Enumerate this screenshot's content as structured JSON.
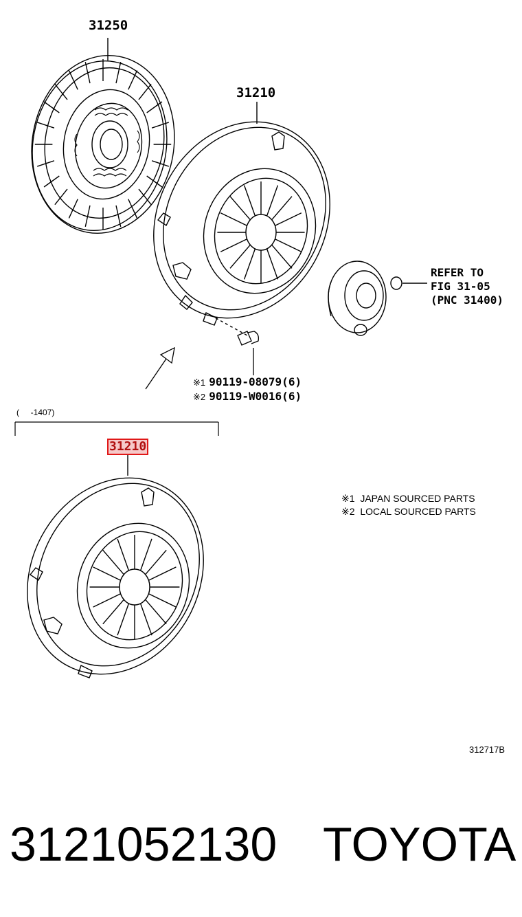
{
  "callouts": {
    "disc": "31250",
    "cover_top": "31210",
    "cover_bottom": "31210"
  },
  "refer": {
    "line1": "REFER TO",
    "line2": "FIG 31-05",
    "line3": "(PNC 31400)"
  },
  "bolts": {
    "line1_mark": "※1",
    "line1_part": "90119-08079(6)",
    "line2_mark": "※2",
    "line2_part": "90119-W0016(6)"
  },
  "range_label": "(     -1407)",
  "legend": {
    "item1_mark": "※1",
    "item1_text": "JAPAN SOURCED PARTS",
    "item2_mark": "※2",
    "item2_text": "LOCAL SOURCED PARTS"
  },
  "figure_id": "312717B",
  "footer": {
    "part_number": "3121052130",
    "brand": "TOYOTA"
  },
  "colors": {
    "highlight_border": "#e01818",
    "highlight_fill": "#f6c9c9"
  }
}
